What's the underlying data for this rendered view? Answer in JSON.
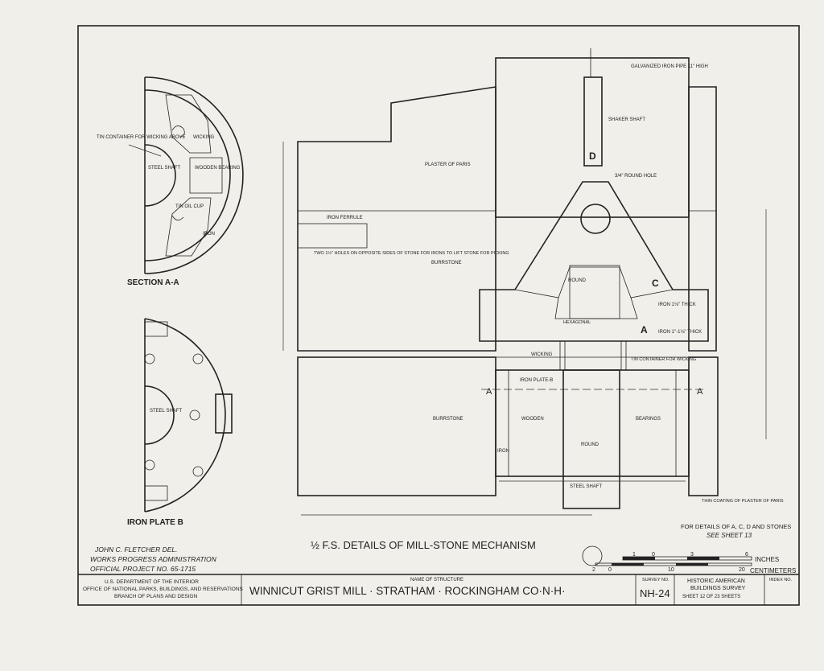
{
  "drawing": {
    "main_title": "½ F.S. DETAILS OF MILL-STONE MECHANISM",
    "section_title": "SECTION A-A",
    "plate_title": "IRON PLATE B",
    "see_note_1": "FOR DETAILS OF A, C, D AND STONES",
    "see_note_2": "SEE SHEET 13",
    "labels": {
      "tin_container": "TIN CONTAINER FOR WICKING ABOVE",
      "wicking": "WICKING",
      "steel_shaft": "STEEL SHAFT",
      "wooden_bearing": "WOODEN BEARING",
      "tin_oil_cup": "TIN OIL CUP",
      "iron": "IRON",
      "galvanized_pipe": "GALVANIZED IRON PIPE 11\" HIGH",
      "shaker_shaft": "SHAKER SHAFT",
      "round_hole": "3/4\" ROUND HOLE",
      "plaster_of_paris": "PLASTER OF PARIS",
      "iron_ferrule": "IRON FERRULE",
      "two_holes": "TWO 1½\" HOLES ON OPPOSITE SIDES OF STONE FOR IRONS TO LIFT STONE FOR PICKING",
      "burrstone": "BURRSTONE",
      "round": "ROUND",
      "hexagonal": "HEXAGONAL",
      "iron_thick": "IRON 1⅛\" THICK",
      "iron_thick_2": "IRON 1\"-1⅛\" THICK",
      "tin_container_wicking": "TIN CONTAINER FOR WICKING",
      "iron_plate_b": "IRON PLATE-B",
      "wooden": "WOODEN",
      "bearings": "BEARINGS",
      "thin_coating": "THIN COATING OF PLASTER OF PARIS",
      "A": "A",
      "C": "C",
      "D": "D"
    }
  },
  "credits": {
    "line1": "JOHN C. FLETCHER   DEL.",
    "line2": "WORKS PROGRESS ADMINISTRATION",
    "line3": "OFFICIAL PROJECT  NO. 65-1715"
  },
  "scale": {
    "inches_label": "INCHES",
    "cm_label": "CENTIMETERS",
    "inch_ticks": [
      "1",
      "0",
      "3",
      "6"
    ],
    "cm_ticks": [
      "2",
      "0",
      "10",
      "20"
    ]
  },
  "title_block": {
    "agency_1": "U.S. DEPARTMENT OF THE INTERIOR",
    "agency_2": "OFFICE OF NATIONAL PARKS, BUILDINGS, AND RESERVATIONS",
    "agency_3": "BRANCH OF PLANS AND DESIGN",
    "structure_label": "NAME OF STRUCTURE",
    "structure_name": "WINNICUT GRIST MILL · STRATHAM · ROCKINGHAM CO·N·H·",
    "survey_label": "SURVEY NO.",
    "survey_no": "NH-24",
    "habs_1": "HISTORIC AMERICAN",
    "habs_2": "BUILDINGS SURVEY",
    "sheet_info": "SHEET 12 OF 23 SHEETS",
    "index_label": "INDEX NO."
  },
  "colors": {
    "paper": "#f1efe9",
    "ink": "#222222"
  }
}
